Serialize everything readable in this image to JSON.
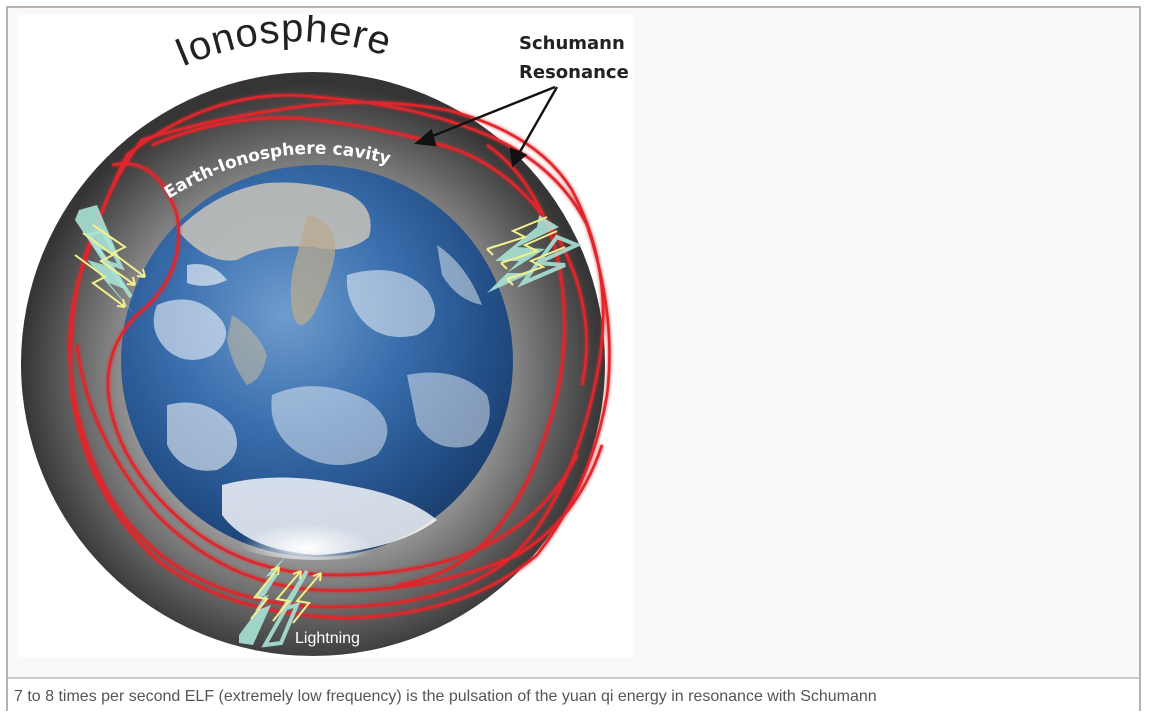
{
  "figure": {
    "title": "Ionosphere",
    "resonance_label_line1": "Schumann",
    "resonance_label_line2": "Resonance",
    "cavity_label": "Earth-Ionosphere cavity",
    "lightning_label": "Lightning"
  },
  "caption": {
    "text": "7 to 8 times per second ELF (extremely low frequency) is the pulsation of the yuan qi energy in resonance with Schumann"
  },
  "colors": {
    "frame_border": "#b7b0ab",
    "wave": "#e0262b",
    "bolt": "#a8e2d6",
    "arrow": "#f2f08a",
    "shell": "#3a3a3a",
    "ocean": "#2e6aa8"
  }
}
